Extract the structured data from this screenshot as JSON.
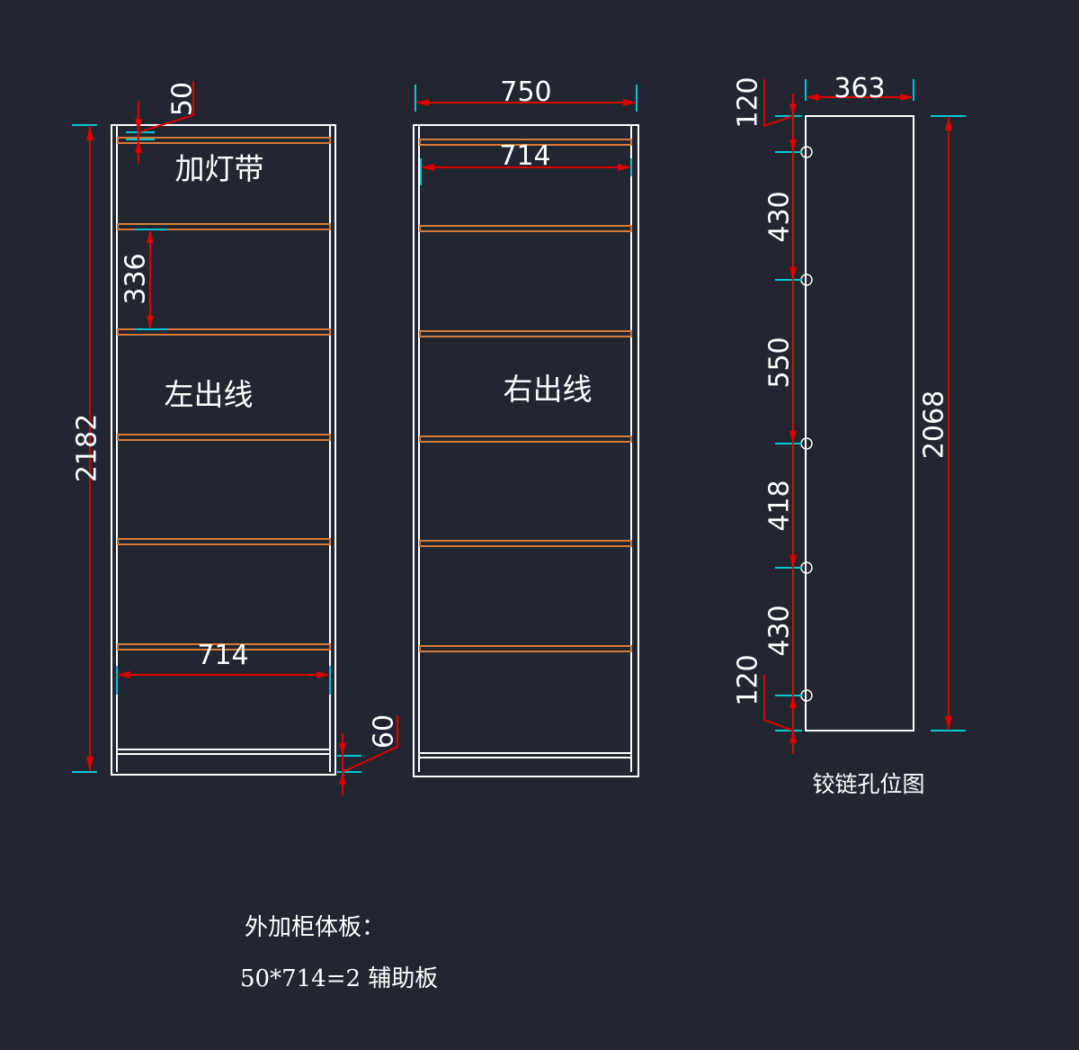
{
  "left_view": {
    "height_dim": "2182",
    "top_strip_dim": "50",
    "shelf_spacing_dim": "336",
    "inner_width_dim": "714",
    "bottom_dim": "60",
    "label_light": "加灯带",
    "label_cable": "左出线"
  },
  "middle_view": {
    "outer_width_dim": "750",
    "inner_width_dim": "714",
    "label_cable": "右出线"
  },
  "right_view": {
    "width_dim": "363",
    "height_dim": "2068",
    "hole_spacing": [
      "120",
      "430",
      "550",
      "418",
      "430",
      "120"
    ],
    "caption": "铰链孔位图"
  },
  "notes": {
    "line1": "外加柜体板：",
    "line2": "50*714=2 辅助板"
  },
  "colors": {
    "background": "#212630",
    "outline": "#ffffff",
    "dimension": "#e00000",
    "extension": "#00c8d2",
    "shelf": "#d77a38"
  }
}
